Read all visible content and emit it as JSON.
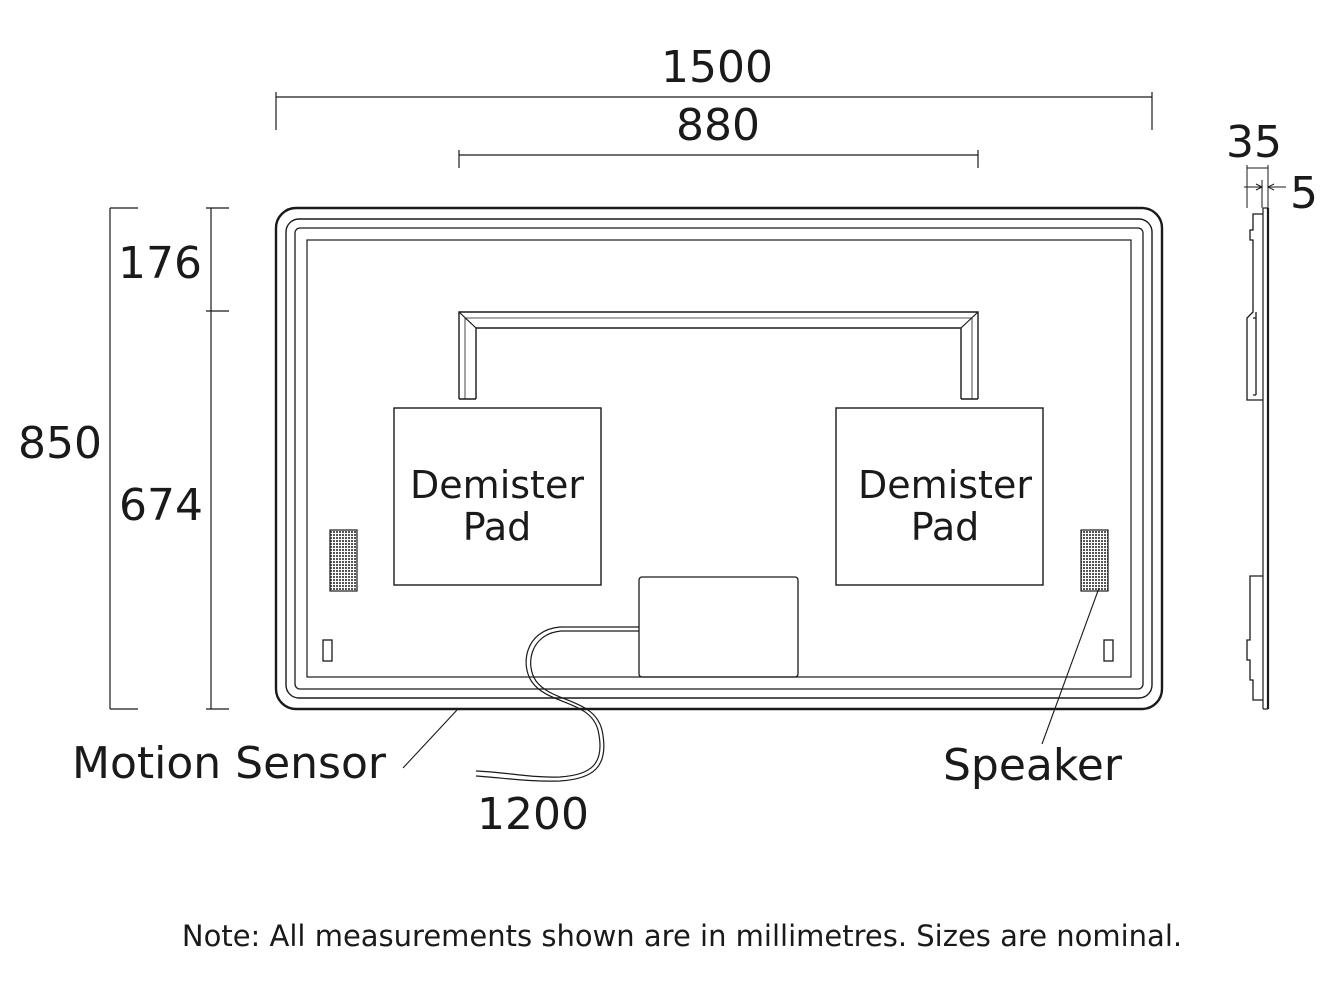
{
  "dimensions": {
    "width_total": "1500",
    "hanger_width": "880",
    "depth_total": "35",
    "depth_back": "5",
    "height_total": "850",
    "height_upper": "176",
    "height_lower": "674",
    "cable_length": "1200"
  },
  "components": {
    "demister_left": {
      "line1": "Demister",
      "line2": "Pad"
    },
    "demister_right": {
      "line1": "Demister",
      "line2": "Pad"
    },
    "motion_sensor": "Motion Sensor",
    "speaker": "Speaker"
  },
  "note": "Note: All measurements shown are in millimetres. Sizes are nominal.",
  "colors": {
    "line": "#1a1a1a",
    "background": "#ffffff",
    "speaker_mesh": "#555555"
  }
}
